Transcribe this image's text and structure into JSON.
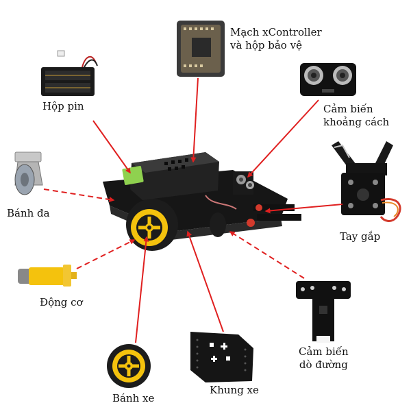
{
  "labels": {
    "controller_line1": "Mạch xController",
    "controller_line2": "và hộp bảo vệ",
    "battery": "Hộp pin",
    "sensor_distance_line1": "Cảm biến",
    "sensor_distance_line2": "khoảng cách",
    "caster": "Bánh đa",
    "gripper": "Tay gắp",
    "motor": "Động cơ",
    "line_sensor_line1": "Cảm biến",
    "line_sensor_line2": "dò đường",
    "wheel": "Bánh xe",
    "frame": "Khung xe"
  },
  "colors": {
    "arrow": "#e02020",
    "wheel_yellow": "#f4c20d",
    "gripper_red": "#d33a2c",
    "metal_dark": "#1b1b1b",
    "battery_green": "#8fd14f"
  }
}
